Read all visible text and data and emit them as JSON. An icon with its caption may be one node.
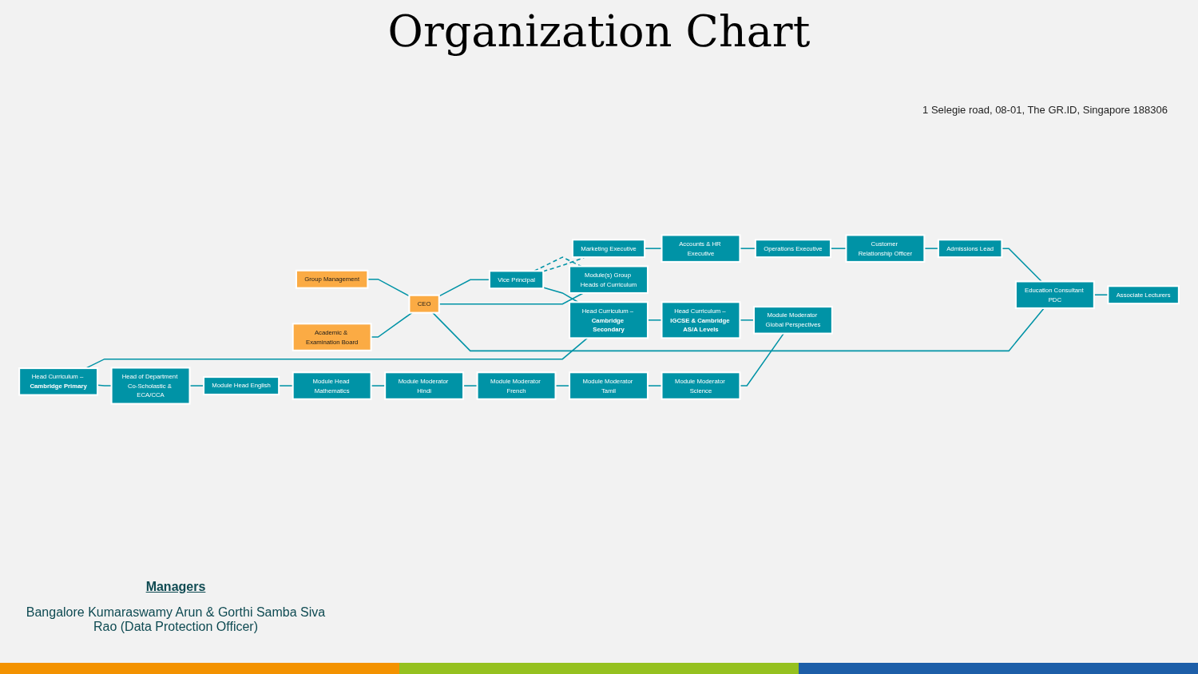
{
  "diagram": {
    "title": "Organization Chart",
    "nodes": [
      {
        "text": [
          "Group Management"
        ]
      },
      {
        "text": [
          "Academic & Examination Board"
        ]
      },
      {
        "text": [
          "CEO"
        ]
      },
      {
        "text": [
          "Vice Principal"
        ]
      },
      {
        "text": [
          "Module(s) Group Heads of Curriculum"
        ]
      },
      {
        "text": [
          "Head Curriculum – **Cambridge Primary**"
        ]
      },
      {
        "text": [
          "Head Curriculum – **Cambridge Secondary**"
        ]
      },
      {
        "text": [
          "Head Curriculum – **IGCSE & Cambridge AS/A Levels**"
        ]
      },
      {
        "text": [
          "Head of Department Co-Scholastic & ECA/CCA"
        ]
      },
      {
        "text": [
          "Module Head English"
        ]
      },
      {
        "text": [
          "Module Head Mathematics"
        ]
      },
      {
        "text": [
          "Module Moderator Hindi"
        ]
      },
      {
        "text": [
          "Module Moderator French"
        ]
      },
      {
        "text": [
          "Module Moderator Tamil"
        ]
      },
      {
        "text": [
          "Module Moderator Science"
        ]
      },
      {
        "text": [
          "Module Moderator Global Perspectives"
        ]
      },
      {
        "text": [
          "Marketing Executive"
        ]
      },
      {
        "text": [
          "Accounts & HR Executive"
        ]
      },
      {
        "text": [
          "Operations Executive"
        ]
      },
      {
        "text": [
          "Customer Relationship Officer"
        ]
      },
      {
        "text": [
          "Admissions Lead"
        ]
      },
      {
        "text": [
          "Education Consultant PDC"
        ]
      },
      {
        "text": [
          "Associate Lecturers"
        ]
      }
    ],
    "edges": [
      {
        "from": 0,
        "to": 2,
        "arrow": "none"
      },
      {
        "from": 1,
        "to": 2,
        "arrow": "none"
      },
      {
        "from": 2,
        "to": 3,
        "arrow": "none"
      },
      {
        "from": 2,
        "to": 4,
        "arrow": "none"
      },
      {
        "from": 2,
        "to": 21,
        "arrow": "none"
      },
      {
        "from": 3,
        "to": 4,
        "arrow": "none",
        "style": "dashed"
      },
      {
        "from": 3,
        "to": 16,
        "arrow": "none",
        "style": "dashed"
      },
      {
        "from": 3,
        "to": 6,
        "arrow": "none"
      },
      {
        "from": 5,
        "to": 6,
        "arrow": "none"
      },
      {
        "from": 6,
        "to": 7,
        "arrow": "none"
      },
      {
        "from": 5,
        "to": 8,
        "arrow": "none"
      },
      {
        "from": 8,
        "to": 9,
        "arrow": "none"
      },
      {
        "from": 9,
        "to": 10,
        "arrow": "none"
      },
      {
        "from": 10,
        "to": 11,
        "arrow": "none"
      },
      {
        "from": 11,
        "to": 12,
        "arrow": "none"
      },
      {
        "from": 12,
        "to": 13,
        "arrow": "none"
      },
      {
        "from": 13,
        "to": 14,
        "arrow": "none"
      },
      {
        "from": 14,
        "to": 15,
        "arrow": "none"
      },
      {
        "from": 7,
        "to": 15,
        "arrow": "none"
      },
      {
        "from": 16,
        "to": 17,
        "arrow": "none"
      },
      {
        "from": 17,
        "to": 18,
        "arrow": "none"
      },
      {
        "from": 18,
        "to": 19,
        "arrow": "none"
      },
      {
        "from": 19,
        "to": 20,
        "arrow": "none"
      },
      {
        "from": 20,
        "to": 21,
        "arrow": "none"
      },
      {
        "from": 21,
        "to": 22,
        "arrow": "none"
      }
    ],
    "labels": [
      "1 Selegie road, 08-01, The GR.ID, Singapore 188306",
      "Managers",
      "Bangalore Kumaraswamy Arun & Gorthi Samba Siva Rao (Data Protection Officer)"
    ]
  }
}
